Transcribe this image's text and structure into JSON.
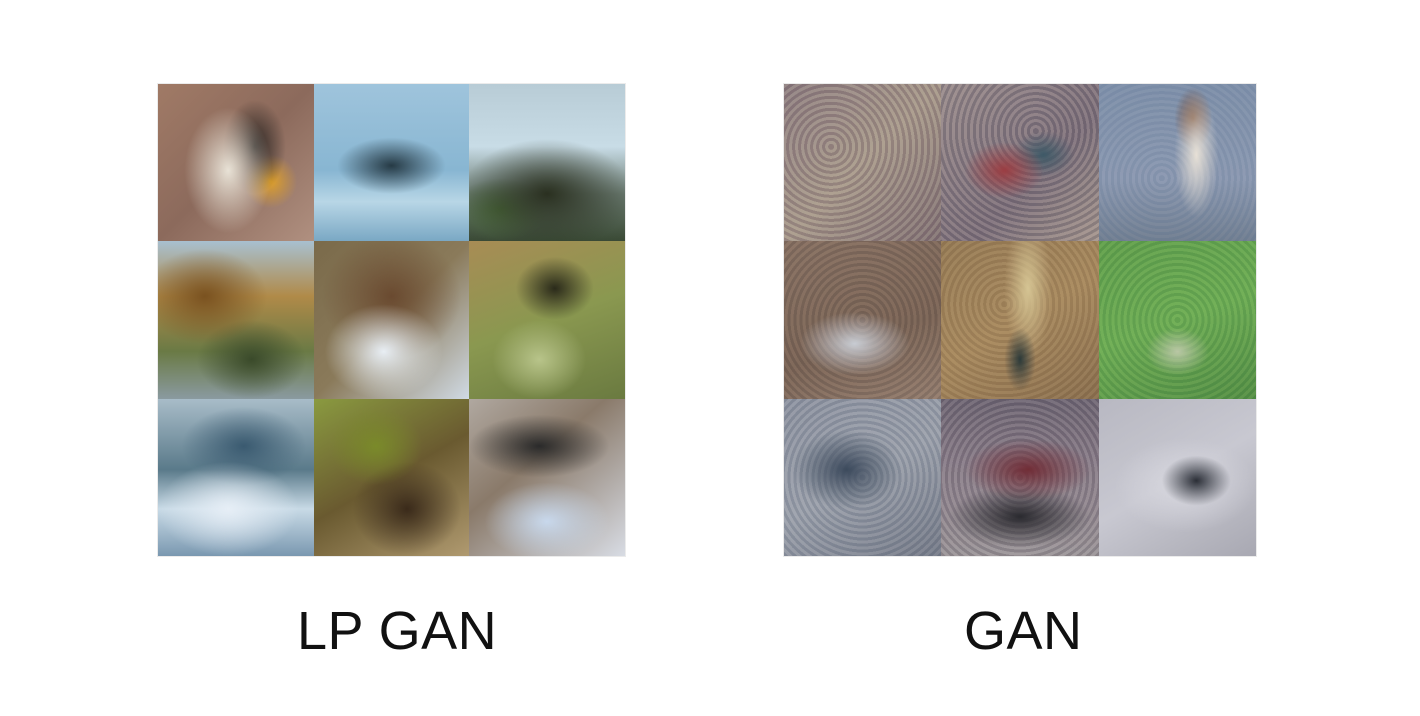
{
  "figure": {
    "left_panel": {
      "caption": "LP GAN",
      "tiles": [
        "sample-1",
        "sample-2",
        "sample-3",
        "sample-4",
        "sample-5",
        "sample-6",
        "sample-7",
        "sample-8",
        "sample-9"
      ]
    },
    "right_panel": {
      "caption": "GAN",
      "tiles": [
        "sample-1",
        "sample-2",
        "sample-3",
        "sample-4",
        "sample-5",
        "sample-6",
        "sample-7",
        "sample-8",
        "sample-9"
      ]
    }
  }
}
